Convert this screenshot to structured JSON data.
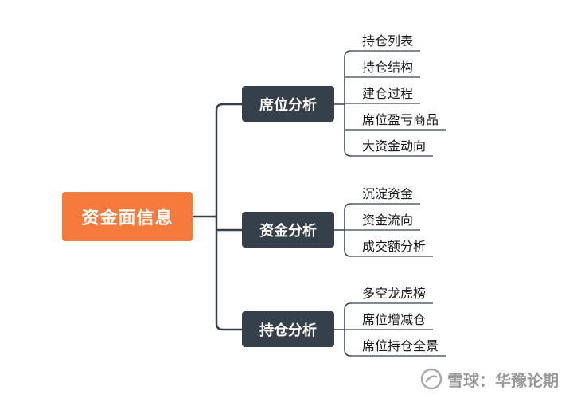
{
  "root": {
    "label": "资金面信息"
  },
  "branches": [
    {
      "label": "席位分析",
      "children": [
        "持仓列表",
        "持仓结构",
        "建仓过程",
        "席位盈亏商品",
        "大资金动向"
      ]
    },
    {
      "label": "资金分析",
      "children": [
        "沉淀资金",
        "资金流向",
        "成交额分析"
      ]
    },
    {
      "label": "持仓分析",
      "children": [
        "多空龙虎榜",
        "席位增减仓",
        "席位持仓全景"
      ]
    }
  ],
  "watermark": {
    "text": "雪球：华豫论期"
  },
  "colors": {
    "root_fill": "#f57a3b",
    "branch_fill": "#36404a",
    "connector": "#36404a",
    "leaf_underline": "#36404a"
  }
}
